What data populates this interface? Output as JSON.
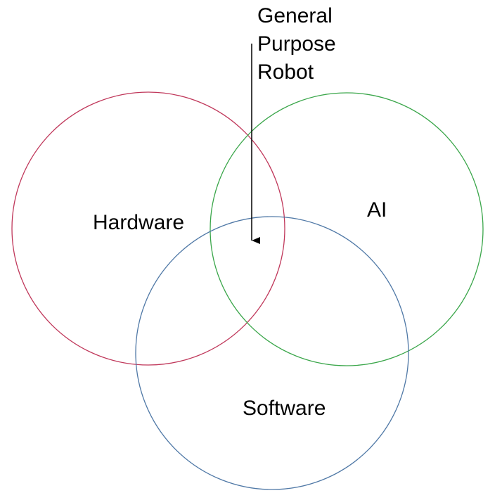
{
  "diagram": {
    "sets": [
      {
        "label": "Hardware",
        "color": "#c0385b"
      },
      {
        "label": "AI",
        "color": "#3aa64a"
      },
      {
        "label": "Software",
        "color": "#4f78a6"
      }
    ],
    "callout": {
      "lines": [
        "General",
        "Purpose",
        "Robot"
      ],
      "color": "#000000"
    }
  }
}
